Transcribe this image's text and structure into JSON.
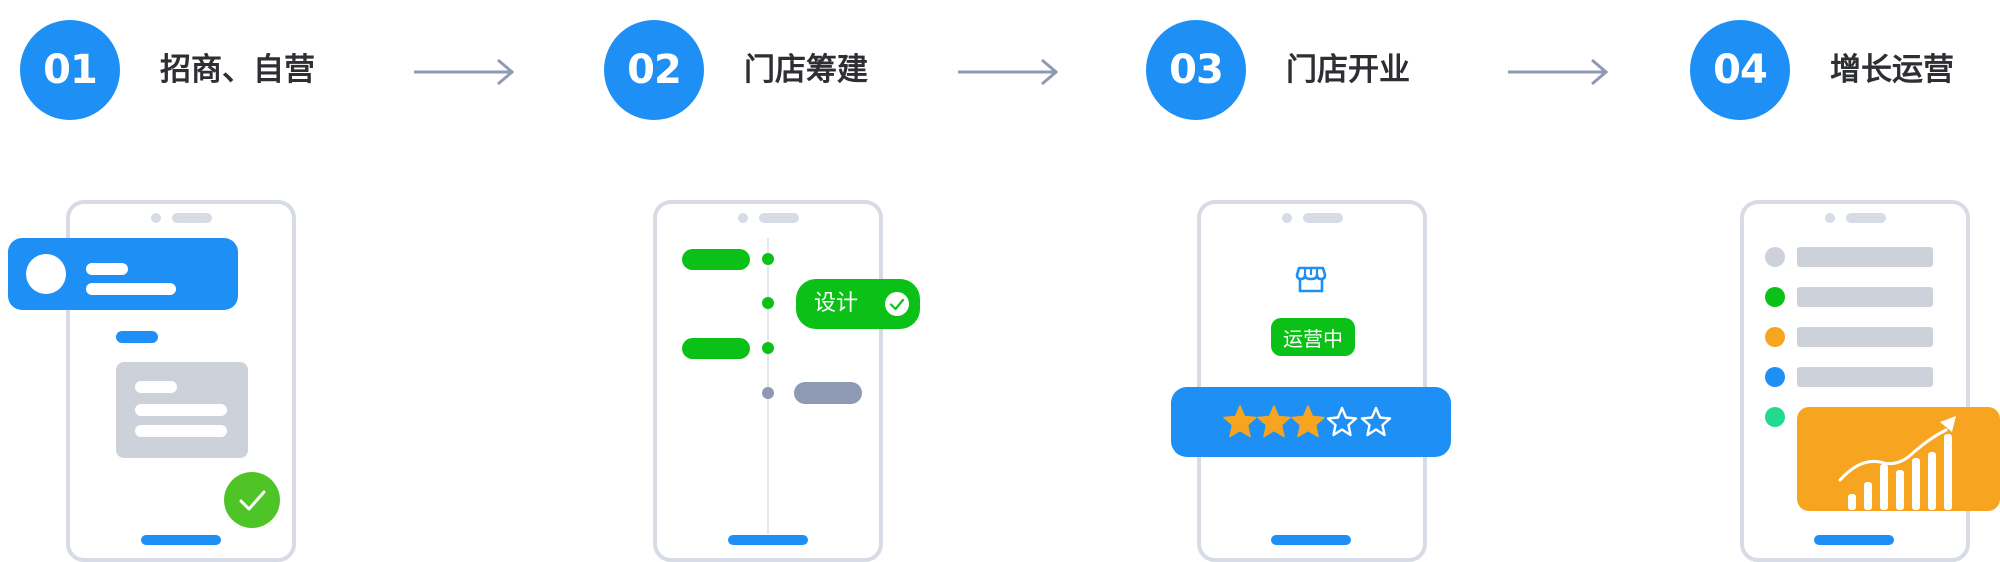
{
  "steps": [
    {
      "number": "01",
      "title": "招商、自营"
    },
    {
      "number": "02",
      "title": "门店筹建"
    },
    {
      "number": "03",
      "title": "门店开业"
    },
    {
      "number": "04",
      "title": "增长运营"
    }
  ],
  "phone2": {
    "design_tag": "设计"
  },
  "phone3": {
    "status_tag": "运营中",
    "rating_filled": 3,
    "rating_total": 5
  },
  "colors": {
    "primary_blue": "#1e8ff5",
    "green": "#0bc118",
    "orange": "#f7a520",
    "gray": "#cdd1da",
    "frame": "#d6dbe6",
    "slate": "#8e9ab3"
  }
}
